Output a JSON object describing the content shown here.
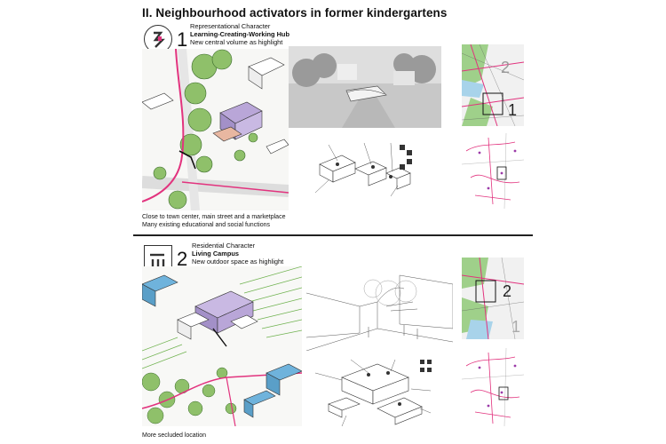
{
  "page": {
    "title": "II. Neighbourhood activators in former kindergartens"
  },
  "section1": {
    "number": "1",
    "character": "Representational Character",
    "name": "Learning-Creating-Working Hub",
    "highlight": "New central volume as highlight",
    "note_line1": "Close to town center, main street and a marketplace",
    "note_line2": "Many existing educational and social functions",
    "map_label_a": "2",
    "map_label_b": "1"
  },
  "section2": {
    "number": "2",
    "character": "Residential Character",
    "name": "Living Campus",
    "highlight": "New outdoor space as highlight",
    "note_line1": "More secluded location",
    "map_label_a": "2",
    "map_label_b": "1"
  },
  "colors": {
    "green": "#6fb24f",
    "purple": "#b9a6d8",
    "pink": "#e2337e",
    "blue": "#6fb3dc"
  }
}
